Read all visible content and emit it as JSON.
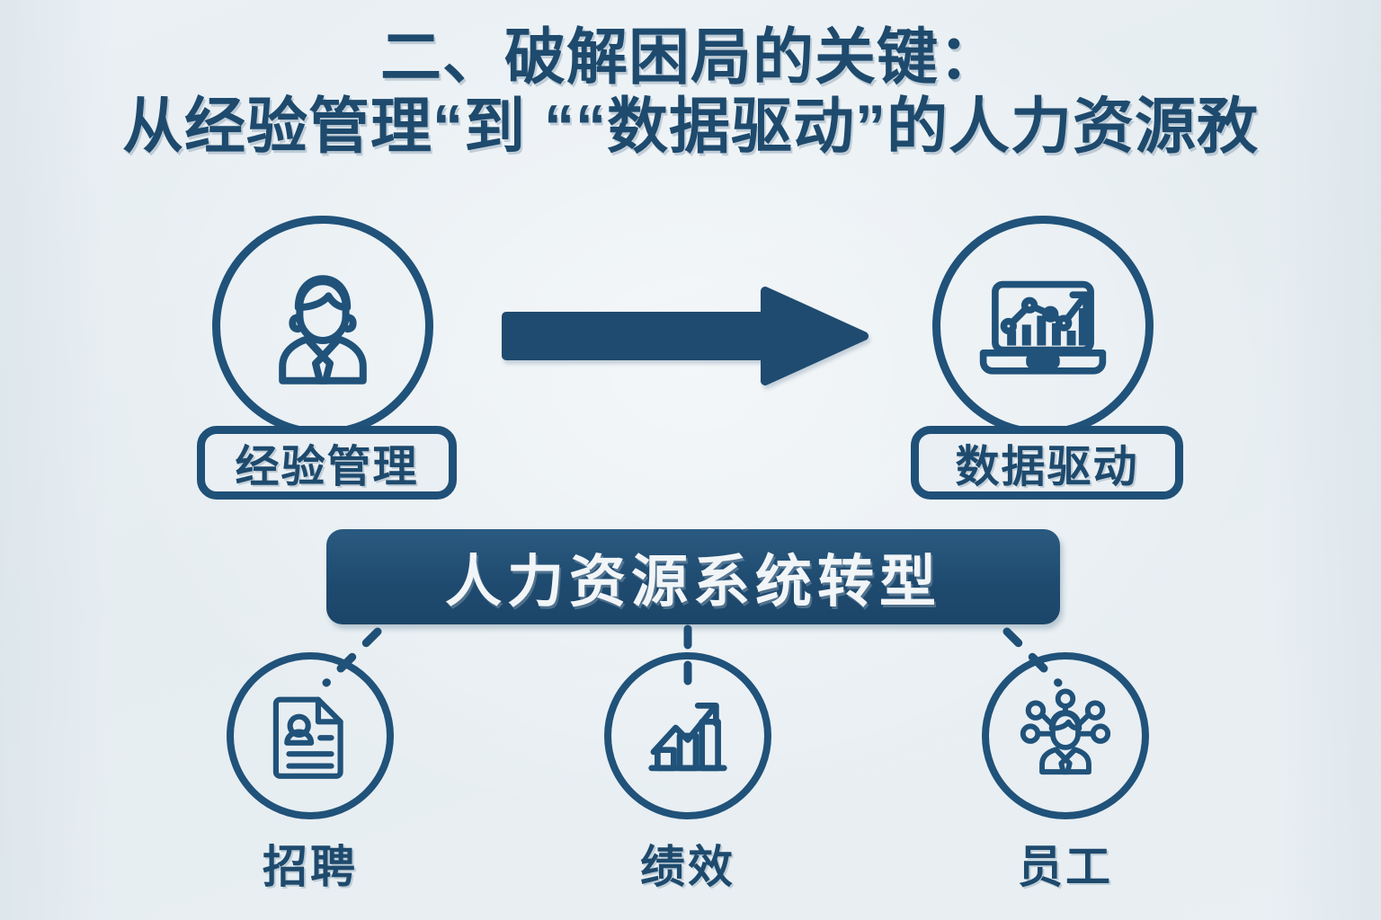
{
  "theme": {
    "background": "#e8eef2",
    "primary": "#1e4a6d",
    "outline": "#20527a",
    "banner_bg": "#1f4b70",
    "banner_text": "#f2f5f7"
  },
  "title": {
    "line1": "二、破解困局的关键：",
    "line2": "从经验管理“到 ““数据驱动”的人力资源敄"
  },
  "flow": {
    "from": {
      "label": "经验管理",
      "icon": "businessperson-icon"
    },
    "arrow": {
      "icon": "right-arrow-icon"
    },
    "to": {
      "label": "数据驱动",
      "icon": "laptop-analytics-icon"
    }
  },
  "banner": {
    "label": "人力资源系统转型"
  },
  "pillars": [
    {
      "label": "招聘",
      "icon": "resume-document-icon"
    },
    {
      "label": "绩效",
      "icon": "growth-bar-chart-icon"
    },
    {
      "label": "员工",
      "icon": "person-network-icon"
    }
  ]
}
